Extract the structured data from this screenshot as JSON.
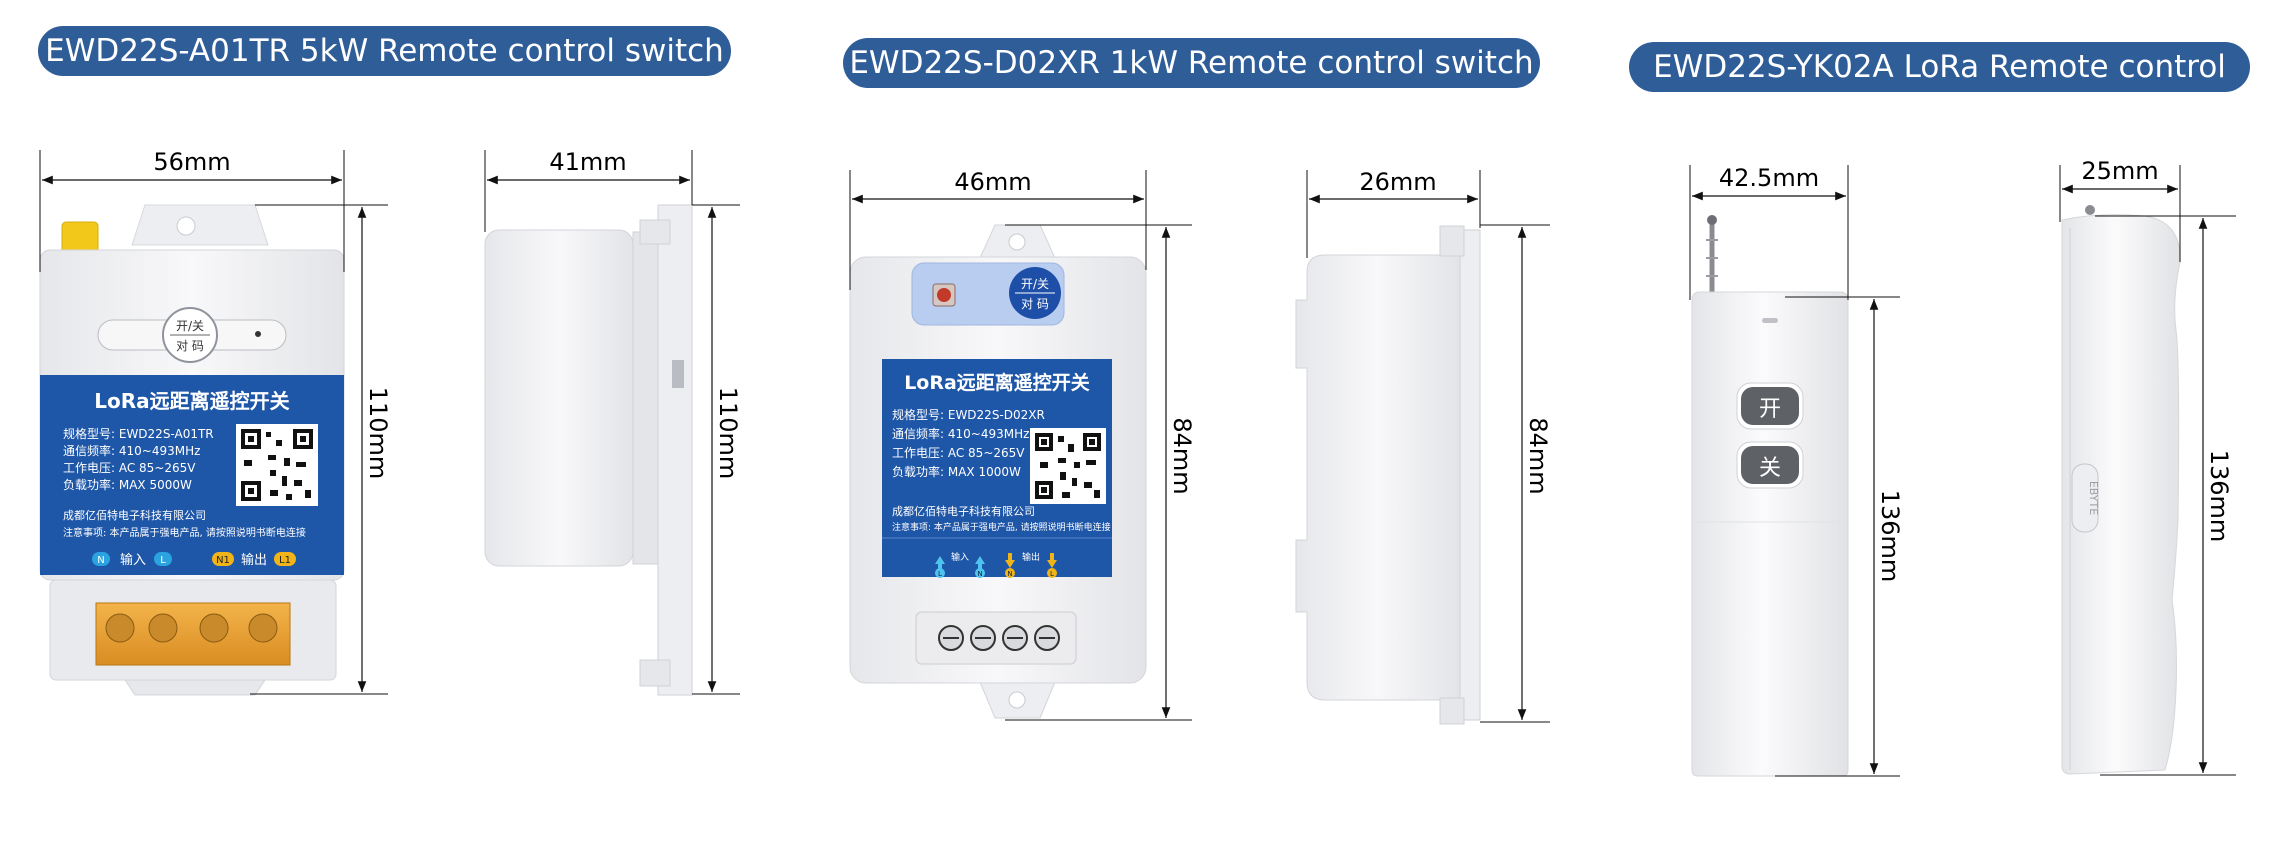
{
  "titles": {
    "a": "EWD22S-A01TR  5kW Remote control switch",
    "b": "EWD22S-D02XR  1kW Remote control switch",
    "c": "EWD22S-YK02A  LoRa Remote control"
  },
  "dimensions": {
    "a_width": "56mm",
    "a_height": "110mm",
    "a_depth": "41mm",
    "a_side_height": "110mm",
    "b_width": "46mm",
    "b_height": "84mm",
    "b_depth": "26mm",
    "b_side_height": "84mm",
    "c_width": "42.5mm",
    "c_height": "136mm",
    "c_depth": "25mm",
    "c_side_height": "136mm"
  },
  "device_a": {
    "button_line1": "开/关",
    "button_line2": "对 码",
    "label_title": "LoRa远距离遥控开关",
    "spec1": "规格型号: EWD22S-A01TR",
    "spec2": "通信频率: 410~493MHz",
    "spec3": "工作电压: AC 85~265V",
    "spec4": "负载功率: MAX 5000W",
    "company": "成都亿佰特电子科技有限公司",
    "notice": "注意事项: 本产品属于强电产品, 请按照说明书断电连接",
    "term_n": "N",
    "term_in": "输入",
    "term_l": "L",
    "term_n1": "N1",
    "term_out": "输出",
    "term_l1": "L1"
  },
  "device_b": {
    "button_line1": "开/关",
    "button_line2": "对 码",
    "label_title": "LoRa远距离遥控开关",
    "spec1": "规格型号: EWD22S-D02XR",
    "spec2": "通信频率: 410~493MHz",
    "spec3": "工作电压: AC 85~265V",
    "spec4": "负载功率: MAX 1000W",
    "company": "成都亿佰特电子科技有限公司",
    "notice": "注意事项: 本产品属于强电产品, 请按照说明书断电连接",
    "term_in": "输入",
    "term_out": "输出",
    "term_l": "L",
    "term_n": "N"
  },
  "device_c": {
    "btn_on": "开",
    "btn_off": "关",
    "side_label": "EBYTE"
  },
  "colors": {
    "title_bg": "#2f5d98",
    "label_blue": "#1e56a8",
    "housing": "#f2f3f5",
    "terminal_orange": "#e9a23b"
  }
}
